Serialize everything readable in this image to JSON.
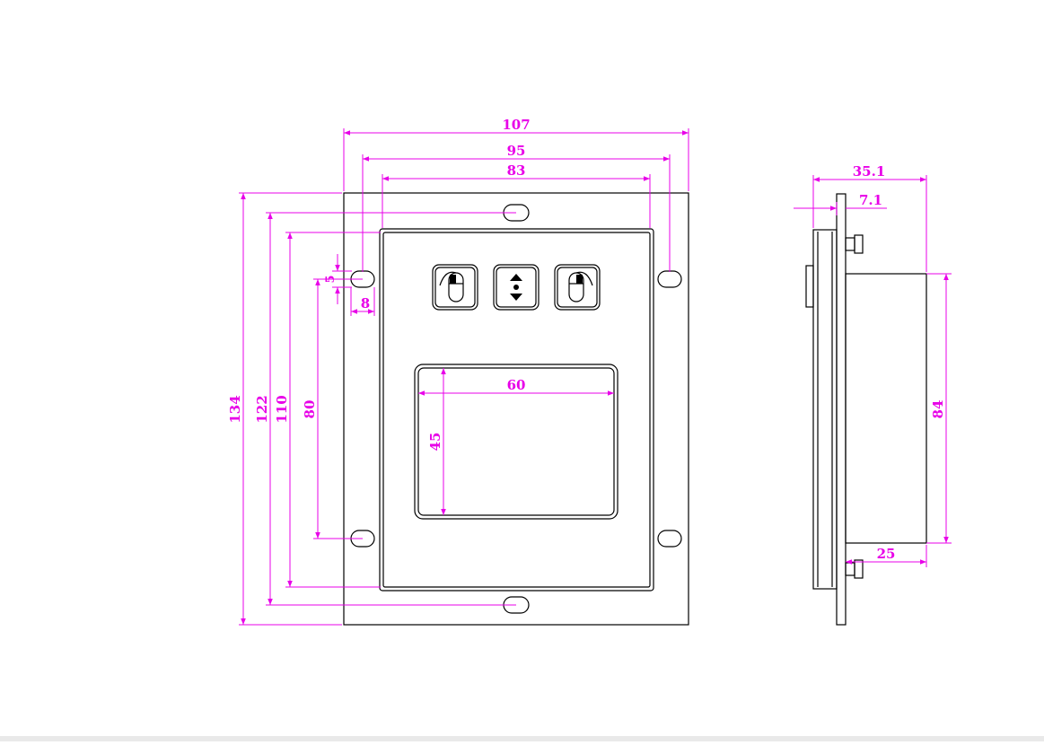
{
  "colors": {
    "dimension": "#e800e8",
    "outline": "#000000",
    "background": "#ffffff"
  },
  "icons": {
    "left_button": "mouse-left-click-icon",
    "scroll_button": "scroll-up-down-icon",
    "right_button": "mouse-right-click-icon"
  },
  "front_view": {
    "dims": {
      "overall_width": "107",
      "hole_spacing_width": "95",
      "inner_panel_width": "83",
      "overall_height": "134",
      "slot_spacing_height": "122",
      "inner_panel_height": "110",
      "hole_spacing_height": "80",
      "slot_height": "5",
      "slot_width": "8",
      "touchpad_width": "60",
      "touchpad_height": "45"
    }
  },
  "side_view": {
    "dims": {
      "overall_depth": "35.1",
      "flange_depth": "7.1",
      "body_height": "84",
      "body_depth": "25"
    }
  }
}
